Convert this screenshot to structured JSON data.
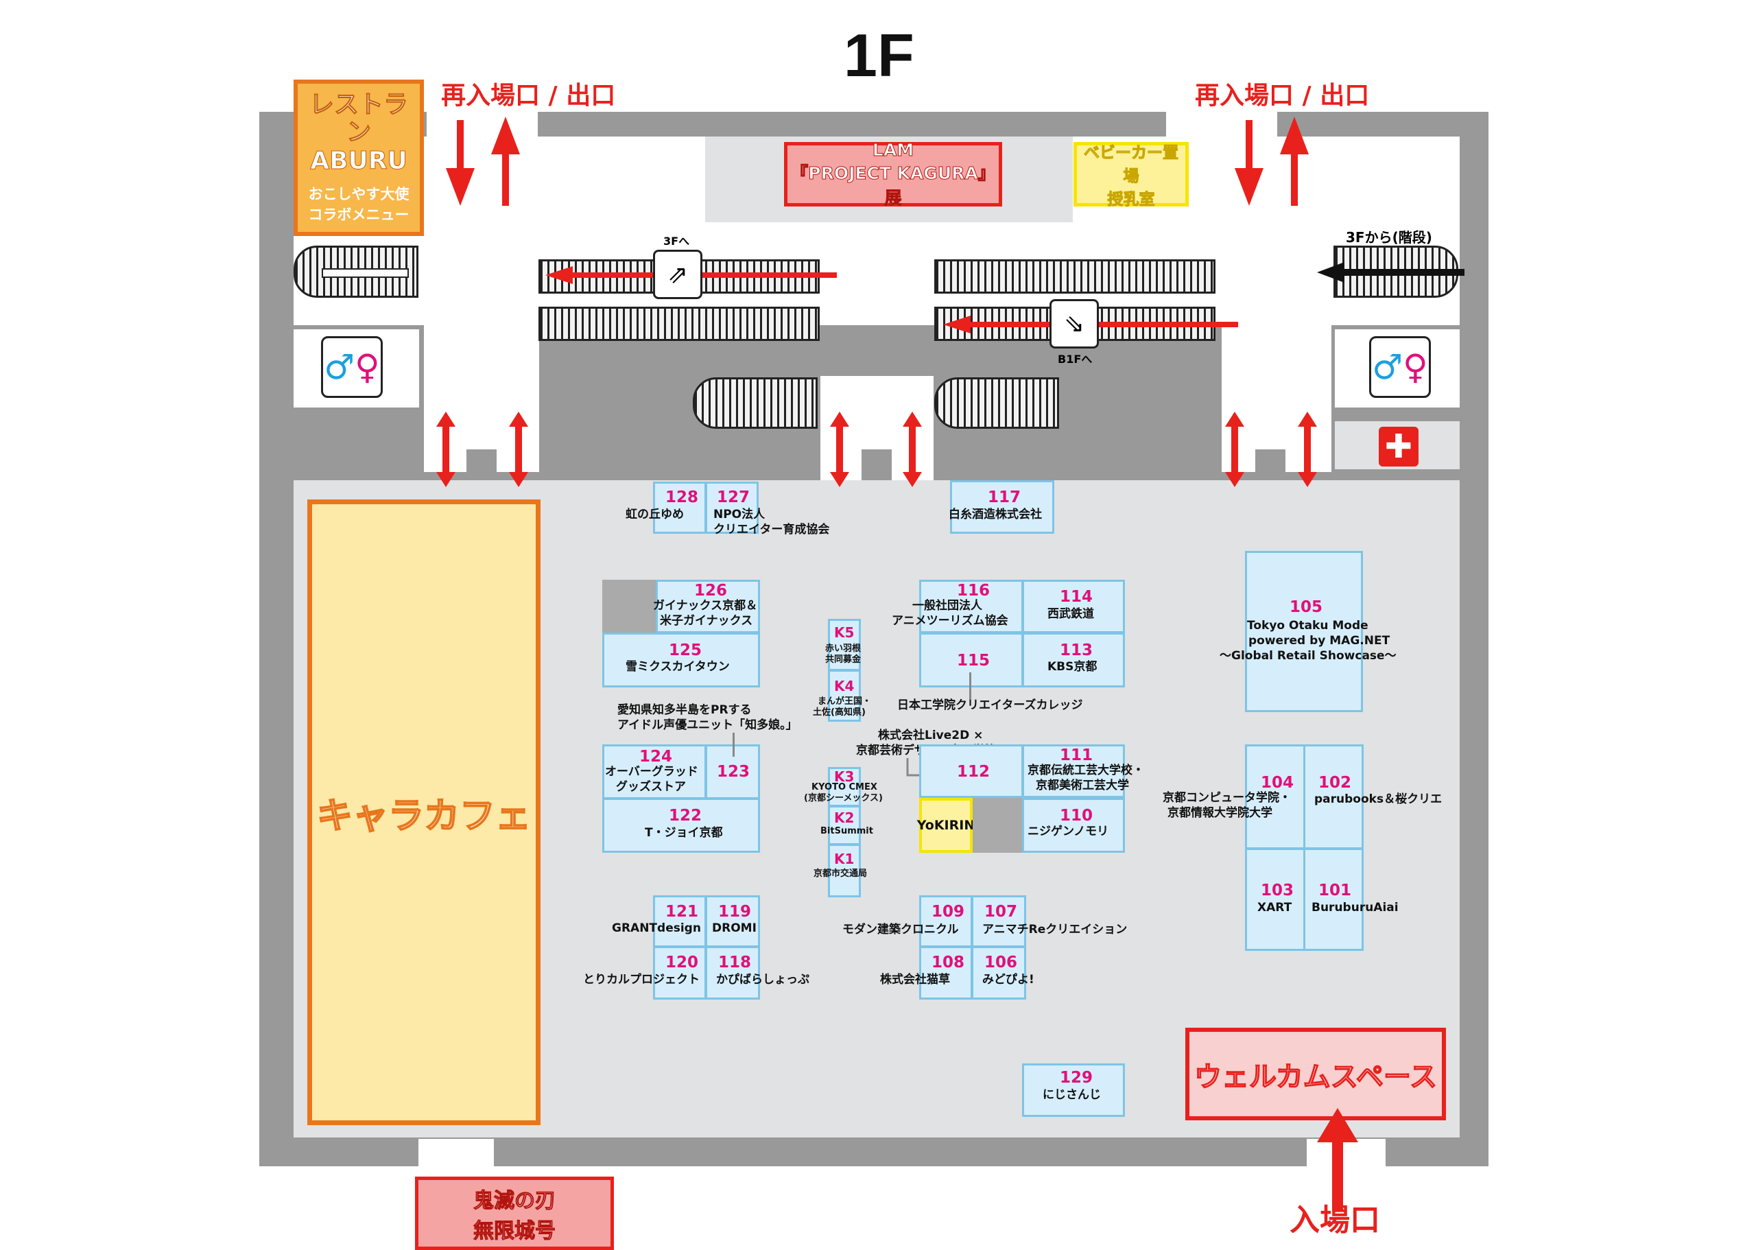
{
  "floor_title": "1F",
  "reentry_left": "再入場口 / 出口",
  "reentry_right": "再入場口 / 出口",
  "restaurant": {
    "title1": "レストラン",
    "title2": "ABURU",
    "sub1": "おこしやす大使",
    "sub2": "コラボメニュー"
  },
  "lam": {
    "line1": "LAM",
    "line2": "『PROJECT KAGURA』展"
  },
  "babycar": {
    "line1": "ベビーカー置場",
    "line2": "授乳室"
  },
  "escalator_up_label": "3Fへ",
  "escalator_down_label": "B1Fへ",
  "stairs_label": "3Fから(階段)",
  "chara_cafe": "キャラカフェ",
  "welcome_space": "ウェルカムスペース",
  "entrance": "入場口",
  "kimetsu": {
    "line1": "鬼滅の刃",
    "line2": "無限城号"
  },
  "booths": {
    "b128": {
      "num": "128",
      "name": "虹の丘ゆめ"
    },
    "b127": {
      "num": "127",
      "name1": "NPO法人",
      "name2": "クリエイター育成協会"
    },
    "b117": {
      "num": "117",
      "name": "白糸酒造株式会社"
    },
    "b126": {
      "num": "126",
      "name1": "ガイナックス京都＆",
      "name2": "米子ガイナックス"
    },
    "b125": {
      "num": "125",
      "name": "雪ミクスカイタウン"
    },
    "b116": {
      "num": "116",
      "name1": "一般社団法人",
      "name2": "アニメツーリズム協会"
    },
    "b114": {
      "num": "114",
      "name": "西武鉄道"
    },
    "b115": {
      "num": "115",
      "callout": "日本工学院クリエイターズカレッジ"
    },
    "b113": {
      "num": "113",
      "name": "KBS京都"
    },
    "b105": {
      "num": "105",
      "name1": "Tokyo Otaku Mode",
      "name2": "powered by MAG.NET",
      "name3": "～Global Retail Showcase～"
    },
    "k5": {
      "num": "K5",
      "name1": "赤い羽根",
      "name2": "共同募金"
    },
    "k4": {
      "num": "K4",
      "name1": "まんが王国・",
      "name2": "土佐(高知県)"
    },
    "k3": {
      "num": "K3",
      "name1": "KYOTO CMEX",
      "name2": "(京都シーメックス)"
    },
    "k2": {
      "num": "K2",
      "name": "BitSummit"
    },
    "k1": {
      "num": "K1",
      "name": "京都市交通局"
    },
    "b124": {
      "num": "124",
      "name1": "オーバーグラッド",
      "name2": "グッズストア"
    },
    "b123": {
      "num": "123",
      "callout1": "愛知県知多半島をPRする",
      "callout2": "アイドル声優ユニット「知多娘。」"
    },
    "b122": {
      "num": "122",
      "name": "T・ジョイ京都"
    },
    "b112": {
      "num": "112",
      "callout1": "株式会社Live2D ×",
      "callout2": "京都芸術デザイン専門学校"
    },
    "b111": {
      "num": "111",
      "name1": "京都伝統工芸大学校・",
      "name2": "京都美術工芸大学"
    },
    "yokirin": {
      "name": "YoKIRIN"
    },
    "b110": {
      "num": "110",
      "name": "ニジゲンノモリ"
    },
    "b104": {
      "num": "104",
      "name1": "京都コンピュータ学院・",
      "name2": "京都情報大学院大学"
    },
    "b102": {
      "num": "102",
      "name": "parubooks＆桜クリエ"
    },
    "b103": {
      "num": "103",
      "name": "XART"
    },
    "b101": {
      "num": "101",
      "name": "BuruburuAiai"
    },
    "b121": {
      "num": "121",
      "name": "GRANTdesign"
    },
    "b119": {
      "num": "119",
      "name": "DROMI"
    },
    "b120": {
      "num": "120",
      "name": "とりカルプロジェクト"
    },
    "b118": {
      "num": "118",
      "name": "かぴばらしょっぷ"
    },
    "b109": {
      "num": "109",
      "name": "モダン建築クロニクル"
    },
    "b107": {
      "num": "107",
      "name": "アニマチReクリエイション"
    },
    "b108": {
      "num": "108",
      "name": "株式会社猫草"
    },
    "b106": {
      "num": "106",
      "name": "みどぴよ!"
    },
    "b129": {
      "num": "129",
      "name": "にじさんじ"
    }
  },
  "colors": {
    "accent_red": "#e8211d",
    "booth_number": "#e0107a",
    "booth_fill": "#d6eefb",
    "cafe_orange": "#e8761c"
  }
}
